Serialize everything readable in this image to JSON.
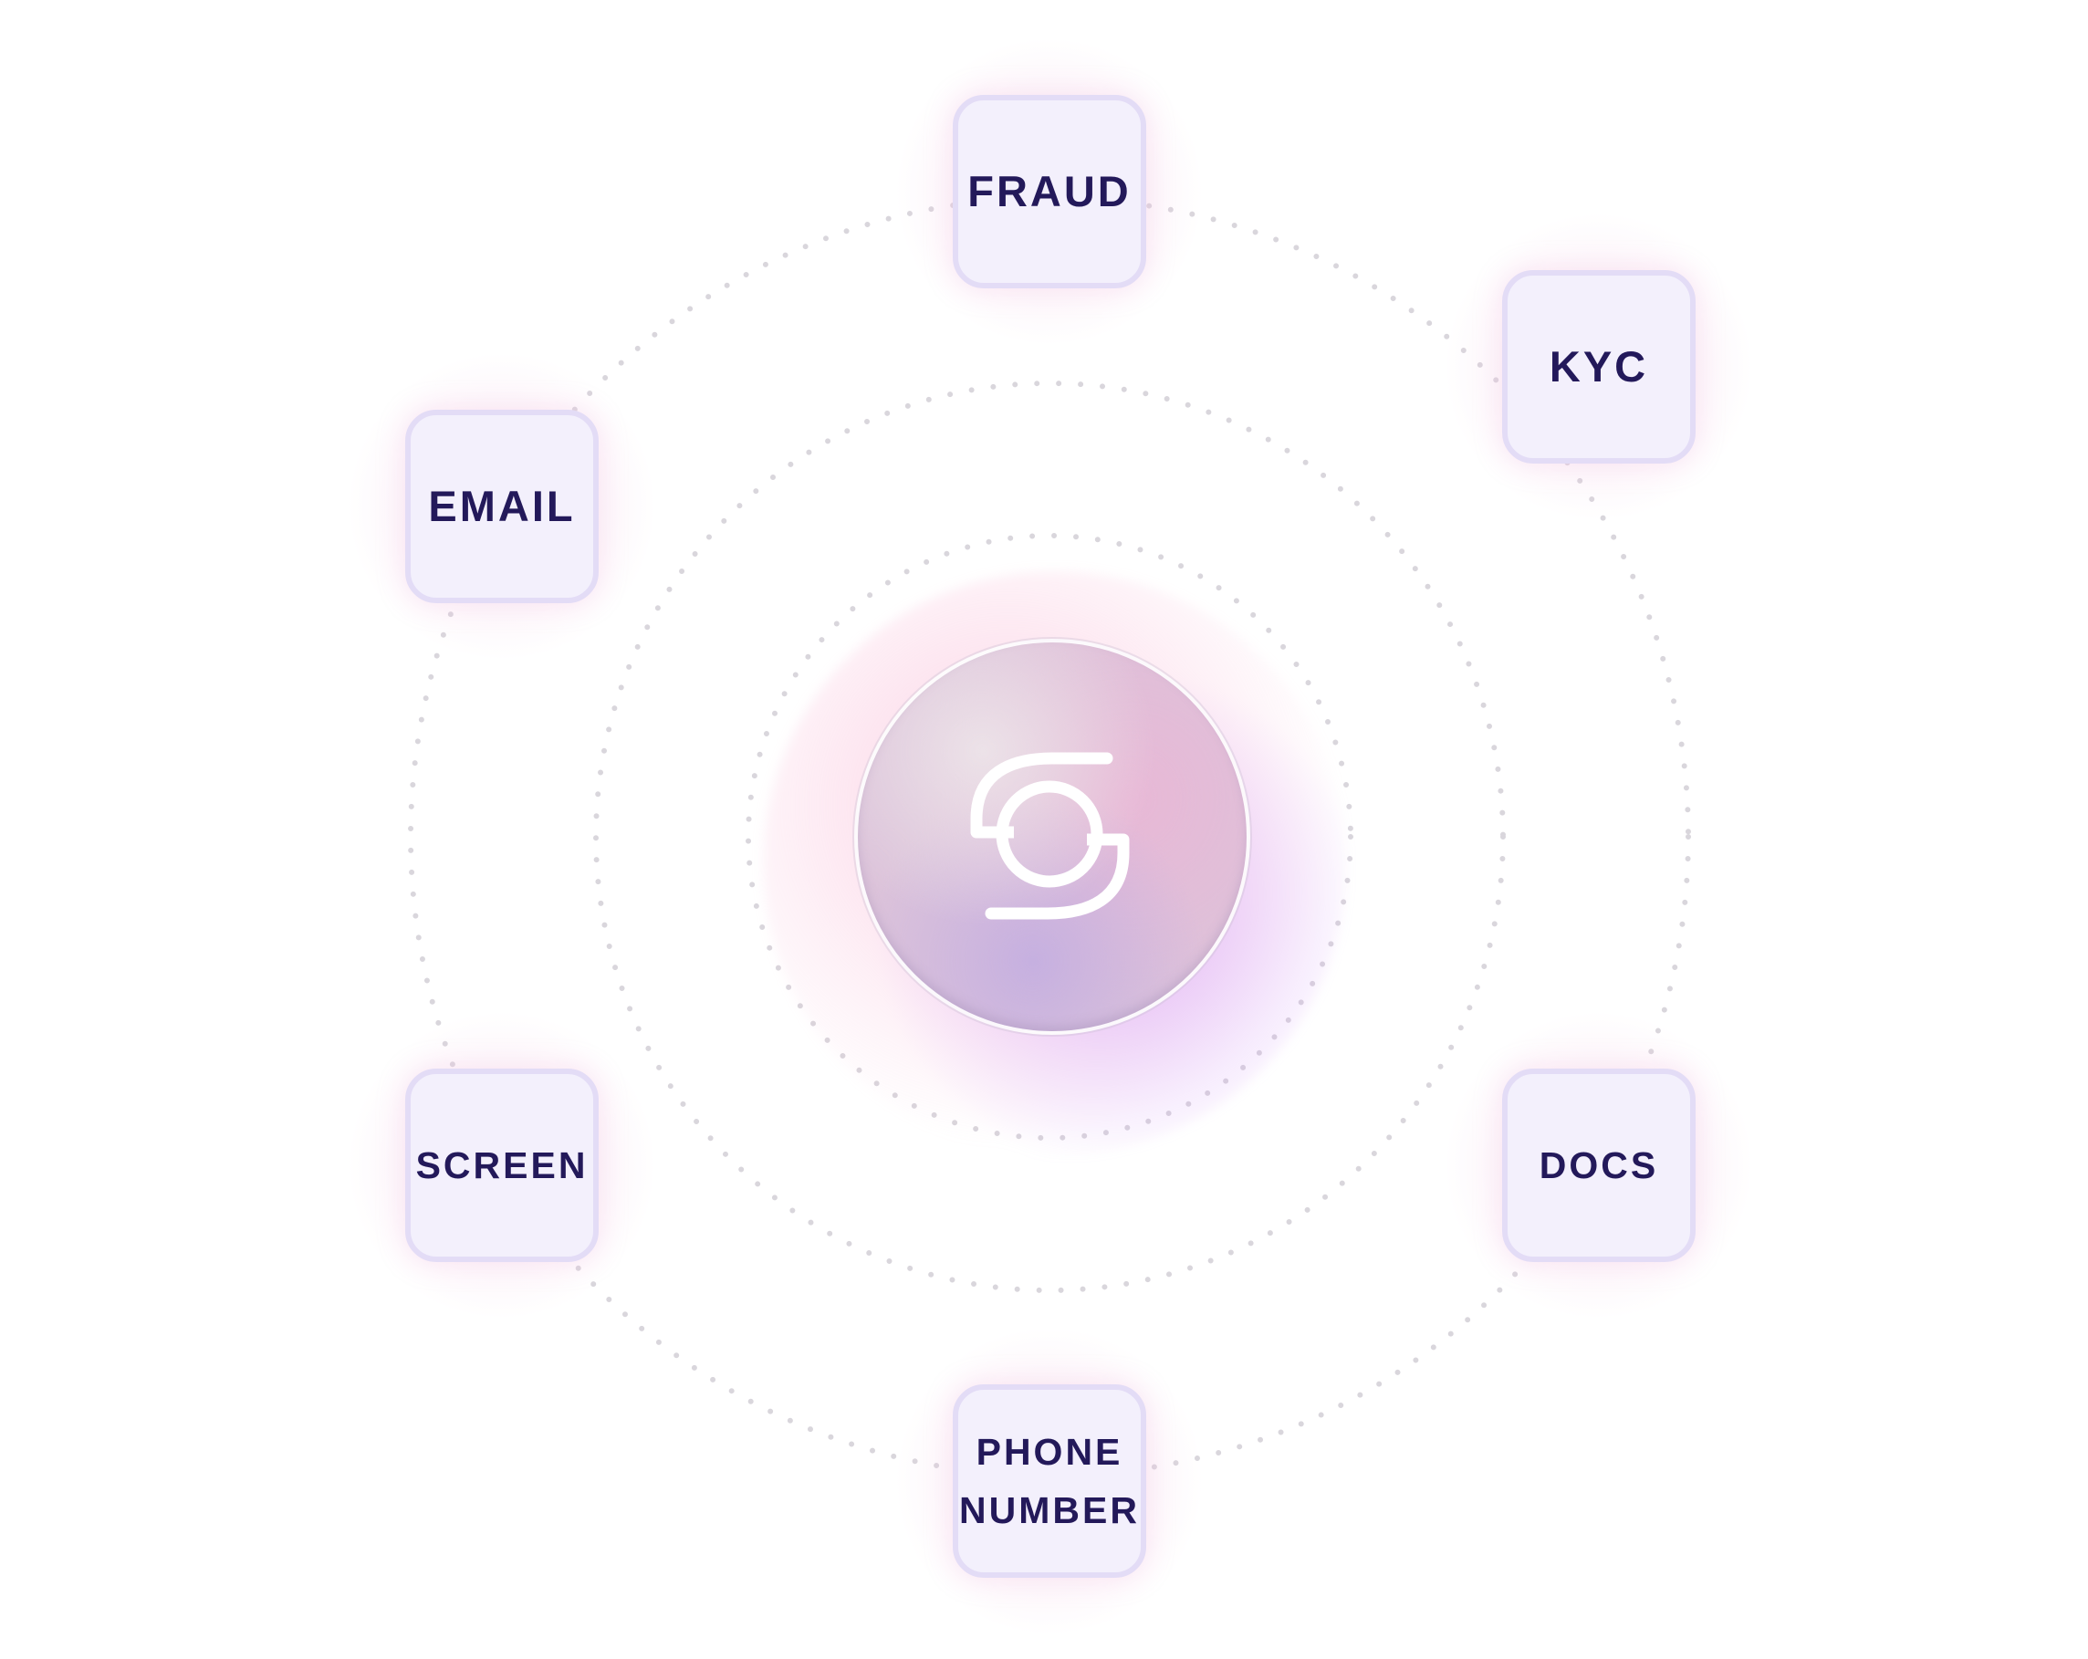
{
  "hub": {
    "logo": "intersecting-rings-logo-icon"
  },
  "nodes": {
    "fraud": {
      "label": "FRAUD"
    },
    "kyc": {
      "label": "KYC"
    },
    "email": {
      "label": "EMAIL"
    },
    "screen": {
      "label": "SCREEN"
    },
    "docs": {
      "label": "DOCS"
    },
    "phone_number": {
      "label": "PHONE\nNUMBER"
    }
  },
  "colors": {
    "node_text": "#23195a",
    "node_fill": "#f3f0fc",
    "node_border": "#e3dcf6",
    "orbit_dots": "#d9d6dc",
    "hub_pink": "#e8b8d6",
    "hub_lavender": "#c6b0e0"
  }
}
